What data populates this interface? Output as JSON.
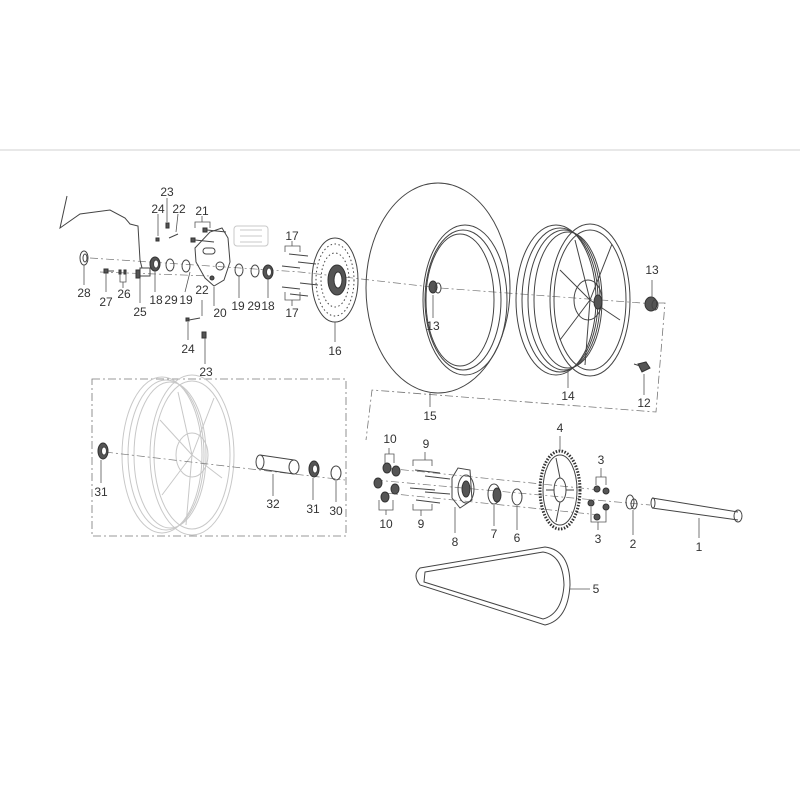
{
  "diagram": {
    "title": "Rear wheel assembly exploded view",
    "callouts": {
      "c1": "1",
      "c2": "2",
      "c3a": "3",
      "c3b": "3",
      "c4": "4",
      "c5": "5",
      "c6": "6",
      "c7": "7",
      "c8": "8",
      "c9a": "9",
      "c9b": "9",
      "c10a": "10",
      "c10b": "10",
      "c12": "12",
      "c13a": "13",
      "c13b": "13",
      "c14": "14",
      "c15": "15",
      "c16": "16",
      "c17a": "17",
      "c17b": "17",
      "c18a": "18",
      "c18b": "18",
      "c19a": "19",
      "c19b": "19",
      "c20": "20",
      "c21": "21",
      "c22a": "22",
      "c22b": "22",
      "c23a": "23",
      "c23b": "23",
      "c24a": "24",
      "c24b": "24",
      "c25": "25",
      "c26": "26",
      "c27": "27",
      "c28": "28",
      "c29a": "29",
      "c29b": "29",
      "c30": "30",
      "c31a": "31",
      "c31b": "31",
      "c32": "32"
    },
    "parts": [
      {
        "id": 1,
        "name": "rear axle"
      },
      {
        "id": 2,
        "name": "axle spacer"
      },
      {
        "id": 3,
        "name": "sprocket nuts"
      },
      {
        "id": 4,
        "name": "rear sprocket"
      },
      {
        "id": 5,
        "name": "drive chain"
      },
      {
        "id": 6,
        "name": "circlip"
      },
      {
        "id": 7,
        "name": "bearing"
      },
      {
        "id": 8,
        "name": "sprocket carrier"
      },
      {
        "id": 9,
        "name": "carrier bolts"
      },
      {
        "id": 10,
        "name": "cush dampers"
      },
      {
        "id": 12,
        "name": "tire valve"
      },
      {
        "id": 13,
        "name": "axle collar"
      },
      {
        "id": 14,
        "name": "rear rim"
      },
      {
        "id": 15,
        "name": "rear tire"
      },
      {
        "id": 16,
        "name": "brake disc"
      },
      {
        "id": 17,
        "name": "disc bolts"
      },
      {
        "id": 18,
        "name": "oil seal"
      },
      {
        "id": 19,
        "name": "o-ring"
      },
      {
        "id": 20,
        "name": "caliper bracket"
      },
      {
        "id": 21,
        "name": "caliper bolts"
      },
      {
        "id": 22,
        "name": "clip"
      },
      {
        "id": 23,
        "name": "hose guide"
      },
      {
        "id": 24,
        "name": "screw"
      },
      {
        "id": 25,
        "name": "speed sensor"
      },
      {
        "id": 26,
        "name": "washers"
      },
      {
        "id": 27,
        "name": "sensor bolt"
      },
      {
        "id": 28,
        "name": "spacer"
      },
      {
        "id": 29,
        "name": "shim"
      },
      {
        "id": 30,
        "name": "circlip"
      },
      {
        "id": 31,
        "name": "wheel bearing"
      },
      {
        "id": 32,
        "name": "bearing spacer"
      }
    ]
  }
}
